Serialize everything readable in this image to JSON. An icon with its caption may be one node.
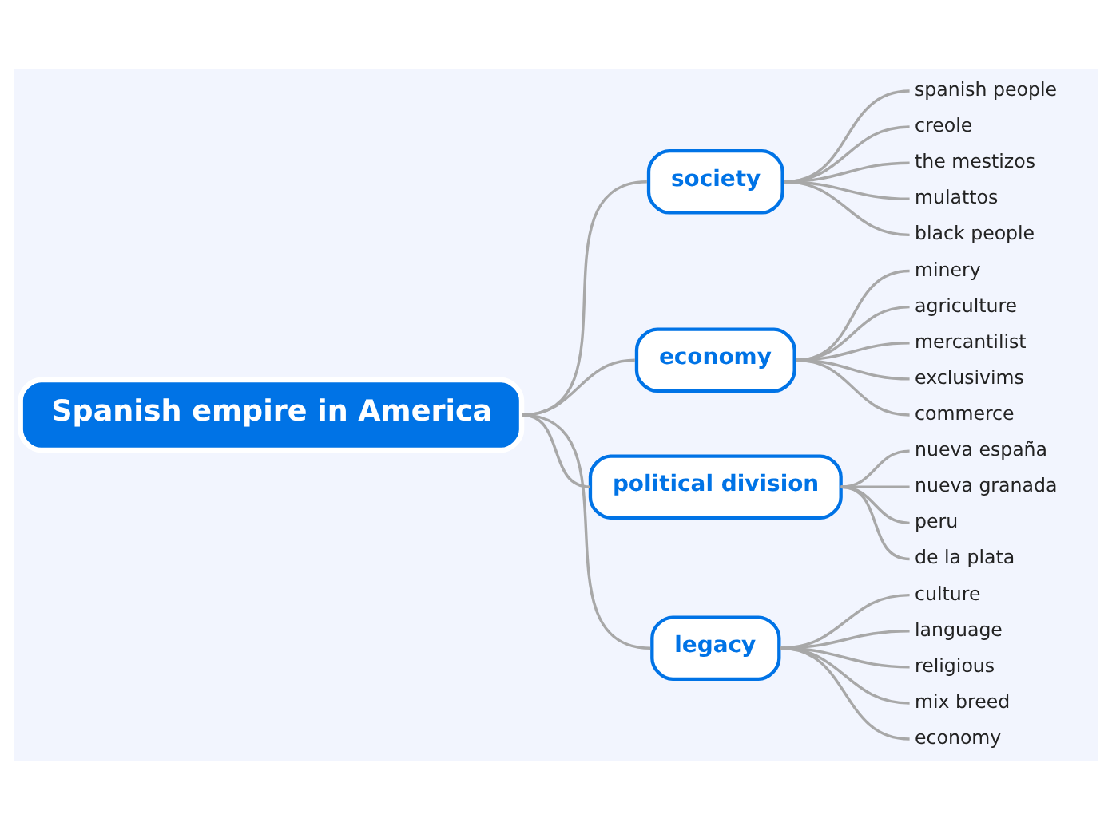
{
  "diagram": {
    "nodes": [
      {
        "text": [
          "Spanish empire in America"
        ]
      },
      {
        "text": [
          "society"
        ]
      },
      {
        "text": [
          "economy"
        ]
      },
      {
        "text": [
          "political division"
        ]
      },
      {
        "text": [
          "legacy"
        ]
      },
      {
        "text": [
          "spanish people"
        ]
      },
      {
        "text": [
          "creole"
        ]
      },
      {
        "text": [
          "the mestizos"
        ]
      },
      {
        "text": [
          "mulattos"
        ]
      },
      {
        "text": [
          "black people"
        ]
      },
      {
        "text": [
          "minery"
        ]
      },
      {
        "text": [
          "agriculture"
        ]
      },
      {
        "text": [
          "mercantilist"
        ]
      },
      {
        "text": [
          "exclusivims"
        ]
      },
      {
        "text": [
          "commerce"
        ]
      },
      {
        "text": [
          "nueva españa"
        ]
      },
      {
        "text": [
          "nueva granada"
        ]
      },
      {
        "text": [
          "peru"
        ]
      },
      {
        "text": [
          "de la plata"
        ]
      },
      {
        "text": [
          "culture"
        ]
      },
      {
        "text": [
          "language"
        ]
      },
      {
        "text": [
          "religious"
        ]
      },
      {
        "text": [
          "mix breed"
        ]
      },
      {
        "text": [
          "economy"
        ]
      }
    ],
    "edges": [
      {
        "from": 0,
        "to": 1,
        "arrow": "none"
      },
      {
        "from": 0,
        "to": 2,
        "arrow": "none"
      },
      {
        "from": 0,
        "to": 3,
        "arrow": "none"
      },
      {
        "from": 0,
        "to": 4,
        "arrow": "none"
      },
      {
        "from": 1,
        "to": 5,
        "arrow": "none"
      },
      {
        "from": 1,
        "to": 6,
        "arrow": "none"
      },
      {
        "from": 1,
        "to": 7,
        "arrow": "none"
      },
      {
        "from": 1,
        "to": 8,
        "arrow": "none"
      },
      {
        "from": 1,
        "to": 9,
        "arrow": "none"
      },
      {
        "from": 2,
        "to": 10,
        "arrow": "none"
      },
      {
        "from": 2,
        "to": 11,
        "arrow": "none"
      },
      {
        "from": 2,
        "to": 12,
        "arrow": "none"
      },
      {
        "from": 2,
        "to": 13,
        "arrow": "none"
      },
      {
        "from": 2,
        "to": 14,
        "arrow": "none"
      },
      {
        "from": 3,
        "to": 15,
        "arrow": "none"
      },
      {
        "from": 3,
        "to": 16,
        "arrow": "none"
      },
      {
        "from": 3,
        "to": 17,
        "arrow": "none"
      },
      {
        "from": 3,
        "to": 18,
        "arrow": "none"
      },
      {
        "from": 4,
        "to": 19,
        "arrow": "none"
      },
      {
        "from": 4,
        "to": 20,
        "arrow": "none"
      },
      {
        "from": 4,
        "to": 21,
        "arrow": "none"
      },
      {
        "from": 4,
        "to": 22,
        "arrow": "none"
      },
      {
        "from": 4,
        "to": 23,
        "arrow": "none"
      }
    ]
  }
}
